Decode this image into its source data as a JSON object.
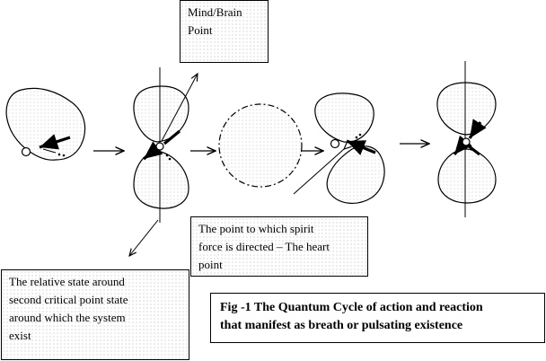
{
  "labels": {
    "mind_brain": [
      "Mind/Brain",
      "Point"
    ],
    "heart": [
      "The point to which spirit",
      "force is directed – The heart",
      "point"
    ],
    "critical": [
      "The relative state around",
      "second critical point state",
      "around which the system",
      "exist"
    ]
  },
  "caption": [
    "Fig -1 The Quantum Cycle of action and reaction",
    "that manifest as breath or pulsating existence"
  ],
  "colors": {
    "stroke": "#000000",
    "stipple": "#b9b9b9"
  }
}
